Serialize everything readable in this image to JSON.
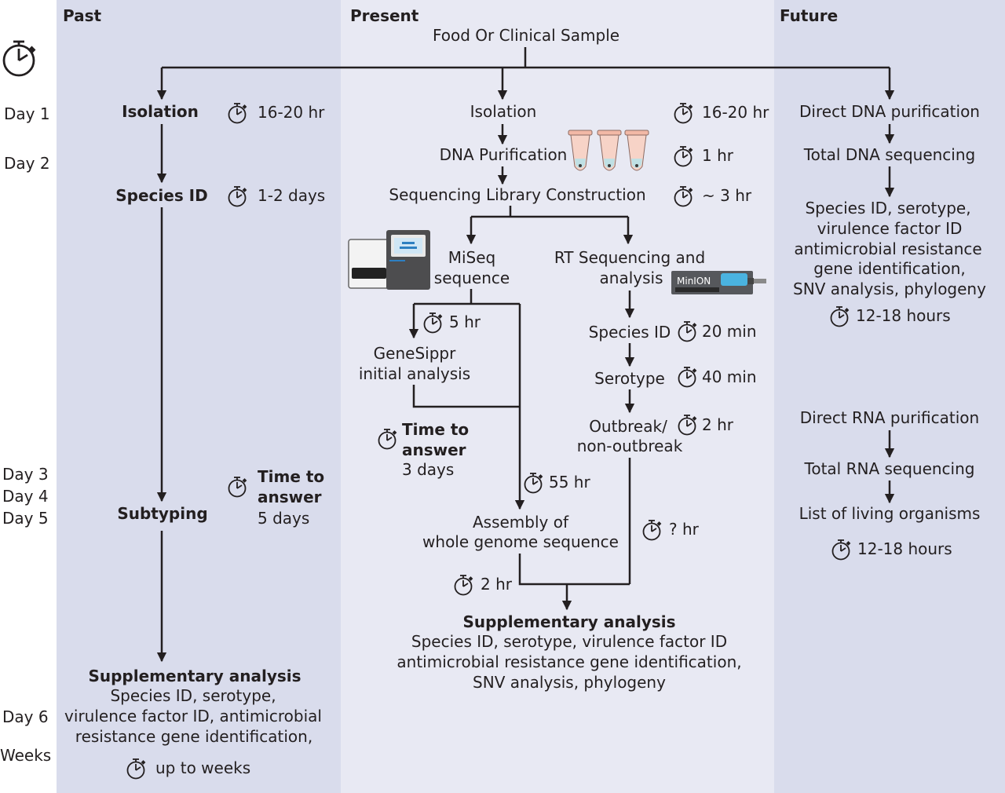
{
  "headers": {
    "past": "Past",
    "present": "Present",
    "future": "Future"
  },
  "top": {
    "sample": "Food Or Clinical Sample"
  },
  "days": {
    "day1": "Day 1",
    "day2": "Day 2",
    "day3": "Day 3",
    "day4": "Day 4",
    "day5": "Day 5",
    "day6": "Day 6",
    "weeks": "Weeks"
  },
  "past": {
    "isolation": "Isolation",
    "isolation_time": "16-20 hr",
    "species_id": "Species ID",
    "species_time": "1-2 days",
    "time_to_answer_1": "Time to",
    "time_to_answer_2": "answer",
    "time_to_answer_3": "5 days",
    "subtyping": "Subtyping",
    "supp_title": "Supplementary analysis",
    "supp_1": "Species ID, serotype,",
    "supp_2": "virulence factor ID, antimicrobial",
    "supp_3": "resistance gene identification,",
    "supp_time": "up to weeks"
  },
  "present": {
    "isolation": "Isolation",
    "isolation_time": "16-20 hr",
    "dna_purification": "DNA Purification",
    "dna_time": "1 hr",
    "library": "Sequencing Library Construction",
    "library_time": "~ 3 hr",
    "miseq_1": "MiSeq",
    "miseq_2": "sequence",
    "miseq_time": "5 hr",
    "genesippr_1": "GeneSippr",
    "genesippr_2": "initial analysis",
    "tta_1": "Time to",
    "tta_2": "answer",
    "tta_3": "3 days",
    "assembly_time": "55 hr",
    "assembly_1": "Assembly of",
    "assembly_2": "whole genome sequence",
    "assembly_after_time": "2 hr",
    "rt_1": "RT Sequencing and",
    "rt_2": "analysis",
    "minion_label": "MinION",
    "rt_species": "Species ID",
    "rt_species_time": "20 min",
    "rt_serotype": "Serotype",
    "rt_serotype_time": "40 min",
    "outbreak_1": "Outbreak/",
    "outbreak_2": "non-outbreak",
    "outbreak_time": "2 hr",
    "unknown_time": "? hr",
    "supp_title": "Supplementary analysis",
    "supp_1": "Species ID, serotype, virulence factor ID",
    "supp_2": "antimicrobial resistance gene identification,",
    "supp_3": "SNV analysis, phylogeny"
  },
  "future": {
    "direct_dna": "Direct DNA purification",
    "total_dna": "Total DNA sequencing",
    "out_1": "Species ID, serotype,",
    "out_2": "virulence factor ID",
    "out_3": "antimicrobial resistance",
    "out_4": "gene identification,",
    "out_5": "SNV analysis, phylogeny",
    "dna_time": "12-18 hours",
    "direct_rna": "Direct RNA purification",
    "total_rna": "Total RNA sequencing",
    "living": "List of living organisms",
    "rna_time": "12-18 hours"
  },
  "colors": {
    "past_band": "#d9dcec",
    "present_band": "#e8e9f3",
    "future_band": "#d9dcec",
    "ink": "#231f20",
    "tube": "#f2b8a6",
    "minion_screen": "#4ab3e0"
  },
  "icons": [
    "stopwatch-icon",
    "tube-icon",
    "miseq-instrument-icon",
    "minion-device-icon"
  ]
}
